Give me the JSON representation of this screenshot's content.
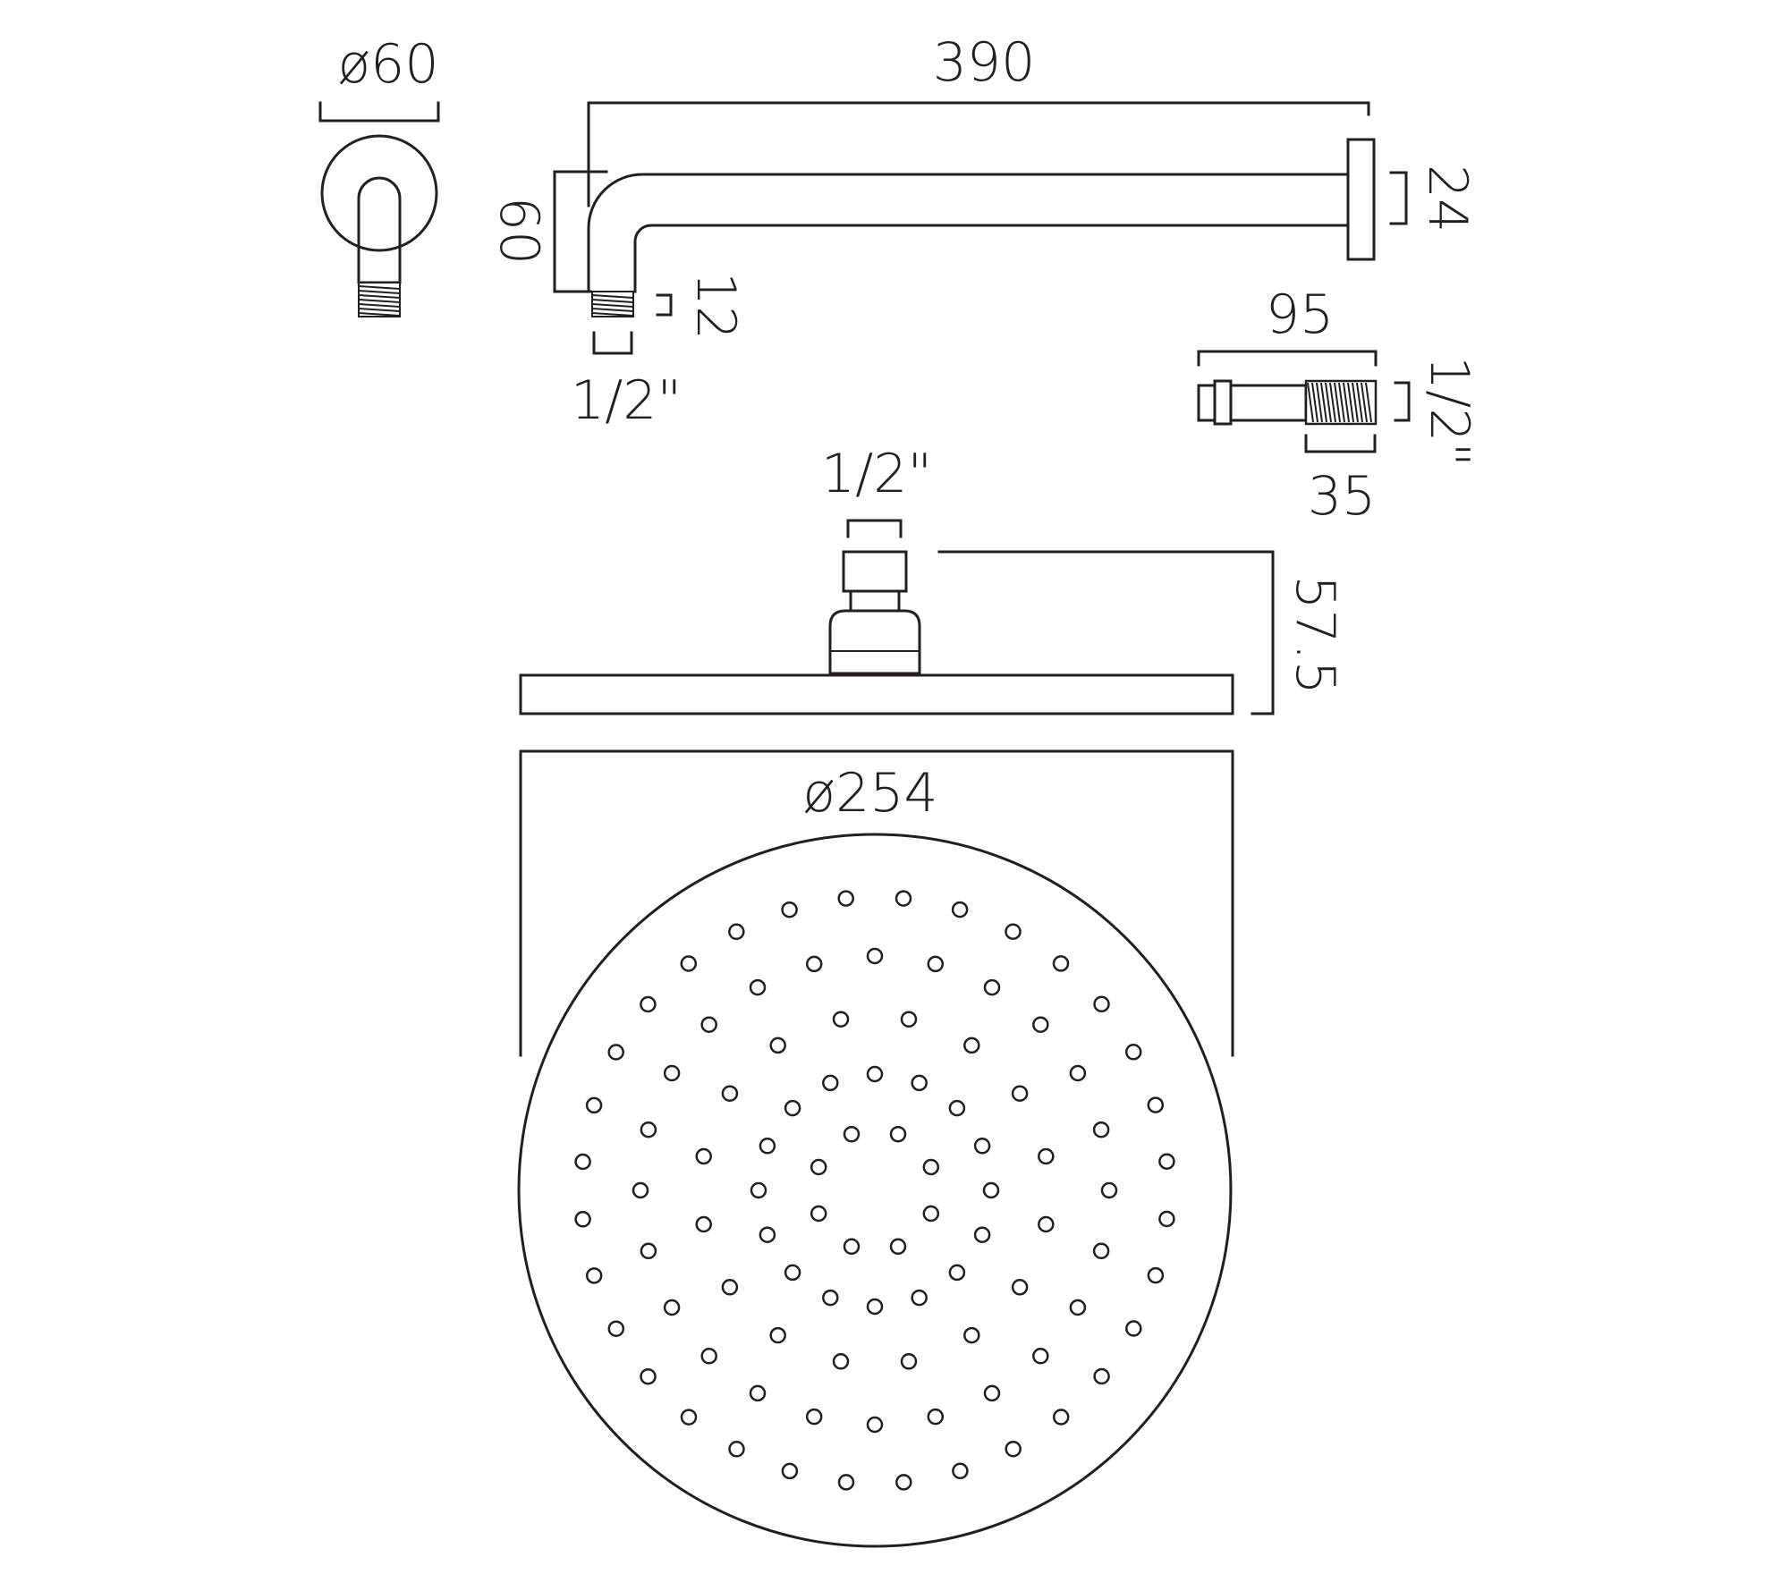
{
  "dimensions": {
    "flange_diameter": "ø60",
    "arm_length": "390",
    "arm_drop": "60",
    "arm_thread_length": "12",
    "arm_thread_size": "1/2\"",
    "flange_width": "24",
    "nipple_length": "95",
    "nipple_thread_size": "1/2\"",
    "nipple_thread_length": "35",
    "head_inlet_size": "1/2\"",
    "head_height": "57.5",
    "head_diameter": "ø254"
  },
  "colors": {
    "line": "#231f20",
    "background": "#ffffff"
  }
}
